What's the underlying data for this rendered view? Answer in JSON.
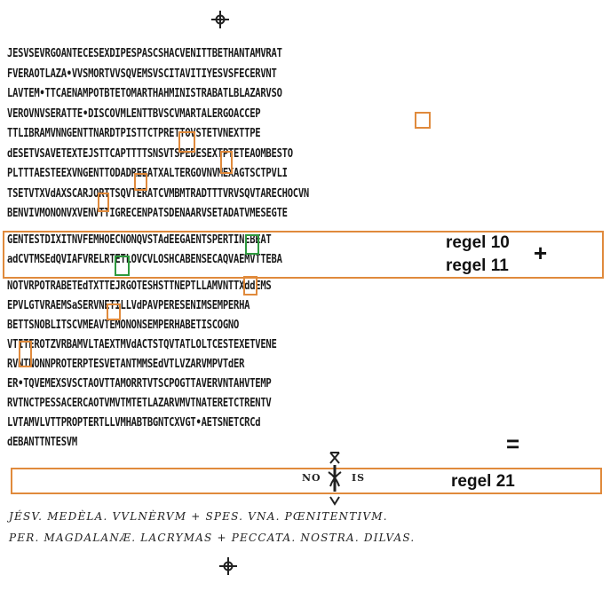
{
  "manuscript": {
    "lines": [
      "JESVSEVRGOANTECESEXDIPESPASCSHACVENITTBETHANTAMVRAT",
      "FVERAOTLAZA•VVSMORTVVSQVEMSVSCITAVITIYESVSFECERVNT",
      "LAVTEM•TTCAENAMPOTBTETOMARTHAHMINISTRABATLBLAZARVSO",
      "VEROVNVSERATTE•DISCOVMLENTTBVSCVMARTALERGOACCEP",
      "TTLIBRAMVNNGENTTNARDTPISTTCTPRETTOVSTETVNEXTTPE",
      "dESETVSAVETEXTEJSTTCAPTTTTSNSVTSPEDESEXTPTETEAOMBESTO",
      "PLTTTAESTEEXVNGENTTODADREEATXALTERGOVNVMEXAGTSCTPVLI",
      "TSETVTXVdAXSCARJORTTSQVTERATCVMBMTRADTTTVRVSQVTARECHOCVN",
      "BENVIVMONONVXVENVTTIGRECENPATSDENAARVSETADATVMESEGTE",
      "GENTESTDIXITNVFEMHOECNONQVSTAdEEGAENTSPERTINEBEAT",
      "adCVTMSEdQVIAFVRELRTETLOVCVLOSHCABENSECAQVAEMVTTEBA",
      "NOTVRPOTRABETEdTXTTEJRGOTESHSTTNEPTLLAMVNTTXddEMS",
      "EPVLGTVRAEMSaSERVNETILLVdPAVPERESENIMSEMPERHA",
      "BETTSNOBLITSCVMEAVTEMONONSEMPERHABETISCOGNO",
      "VTITEROTZVRBAMVLTAEXTMVdACTSTQVTATLOLTCESTEXETVENE",
      "RVNTNONNPROTERPTESVETANTMMSEdVTLVZARVMPVTdER",
      "ER•TQVEMEXSVSCTAOVTTAMORRTVTSCPOGTTAVERVNTAHVTEMP",
      "RVTNCTPESSACERCAOTVMVTMTETLAZARVMVTNATERETCTRENTV",
      "LVTAMVLVTTPROPTERTLLVMHABTBGNTCXVGT•AETSNETCRCd",
      "dEBANTTNTESVM"
    ],
    "chi_rho_left": "NO",
    "chi_rho_right": "IS",
    "footer": [
      "JÉSV. MEDÈLA. VVLNÈRVM + SPES. VNA. PŒNITENTIVM.",
      "PER. MAGDALANÆ. LACRYMAS + PECCATA. NOSTRA. DILVAS."
    ]
  },
  "annotations": {
    "line10_label": "regel 10",
    "line11_label": "regel 11",
    "plus_sign": "+",
    "equals_sign": "=",
    "line21_label": "regel 21",
    "box_color": "#e08a3c",
    "green_color": "#2e9a3e"
  }
}
